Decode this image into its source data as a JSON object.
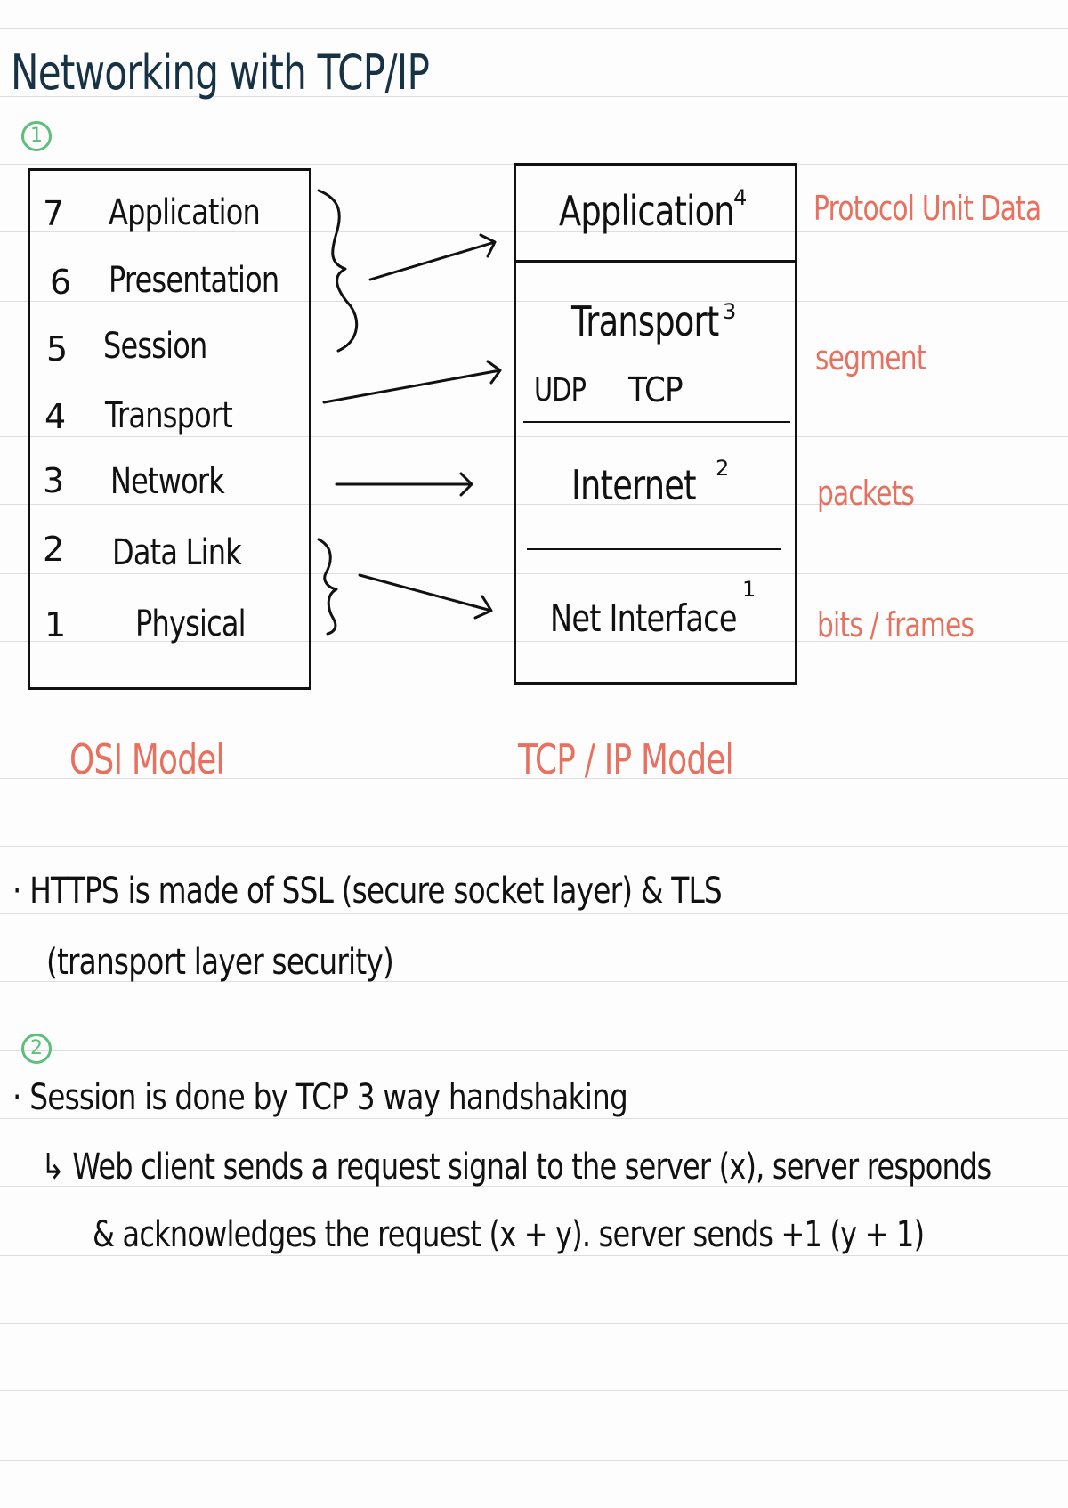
{
  "page": {
    "title": "Networking with TCP/IP",
    "section1_marker": "1",
    "section2_marker": "2"
  },
  "osi": {
    "caption": "OSI Model",
    "layers": [
      {
        "num": "7",
        "name": "Application"
      },
      {
        "num": "6",
        "name": "Presentation"
      },
      {
        "num": "5",
        "name": "Session"
      },
      {
        "num": "4",
        "name": "Transport"
      },
      {
        "num": "3",
        "name": "Network"
      },
      {
        "num": "2",
        "name": "Data Link"
      },
      {
        "num": "1",
        "name": "Physical"
      }
    ]
  },
  "tcpip": {
    "caption": "TCP / IP Model",
    "layers": [
      {
        "name": "Application",
        "num": "4"
      },
      {
        "name": "Transport",
        "num": "3",
        "sub1": "UDP",
        "sub2": "TCP"
      },
      {
        "name": "Internet",
        "num": "2"
      },
      {
        "name": "Net Interface",
        "num": "1"
      }
    ]
  },
  "pdu": {
    "heading": "Protocol Unit Data",
    "items": [
      "segment",
      "packets",
      "bits / frames"
    ]
  },
  "notes": {
    "https_line1": "· HTTPS is made of SSL (secure socket layer) & TLS",
    "https_line2": "(transport layer security)",
    "session_line": "· Session is done by TCP 3 way handshaking",
    "handshake_line1": "↳ Web client sends a request signal to the server (x), server responds",
    "handshake_line2": "& acknowledges the request (x + y). server sends +1 (y + 1)"
  },
  "colors": {
    "ink": "#111111",
    "title": "#163244",
    "accent_red": "#e8705e",
    "accent_green": "#5cbf7a",
    "rule": "#dedede"
  }
}
